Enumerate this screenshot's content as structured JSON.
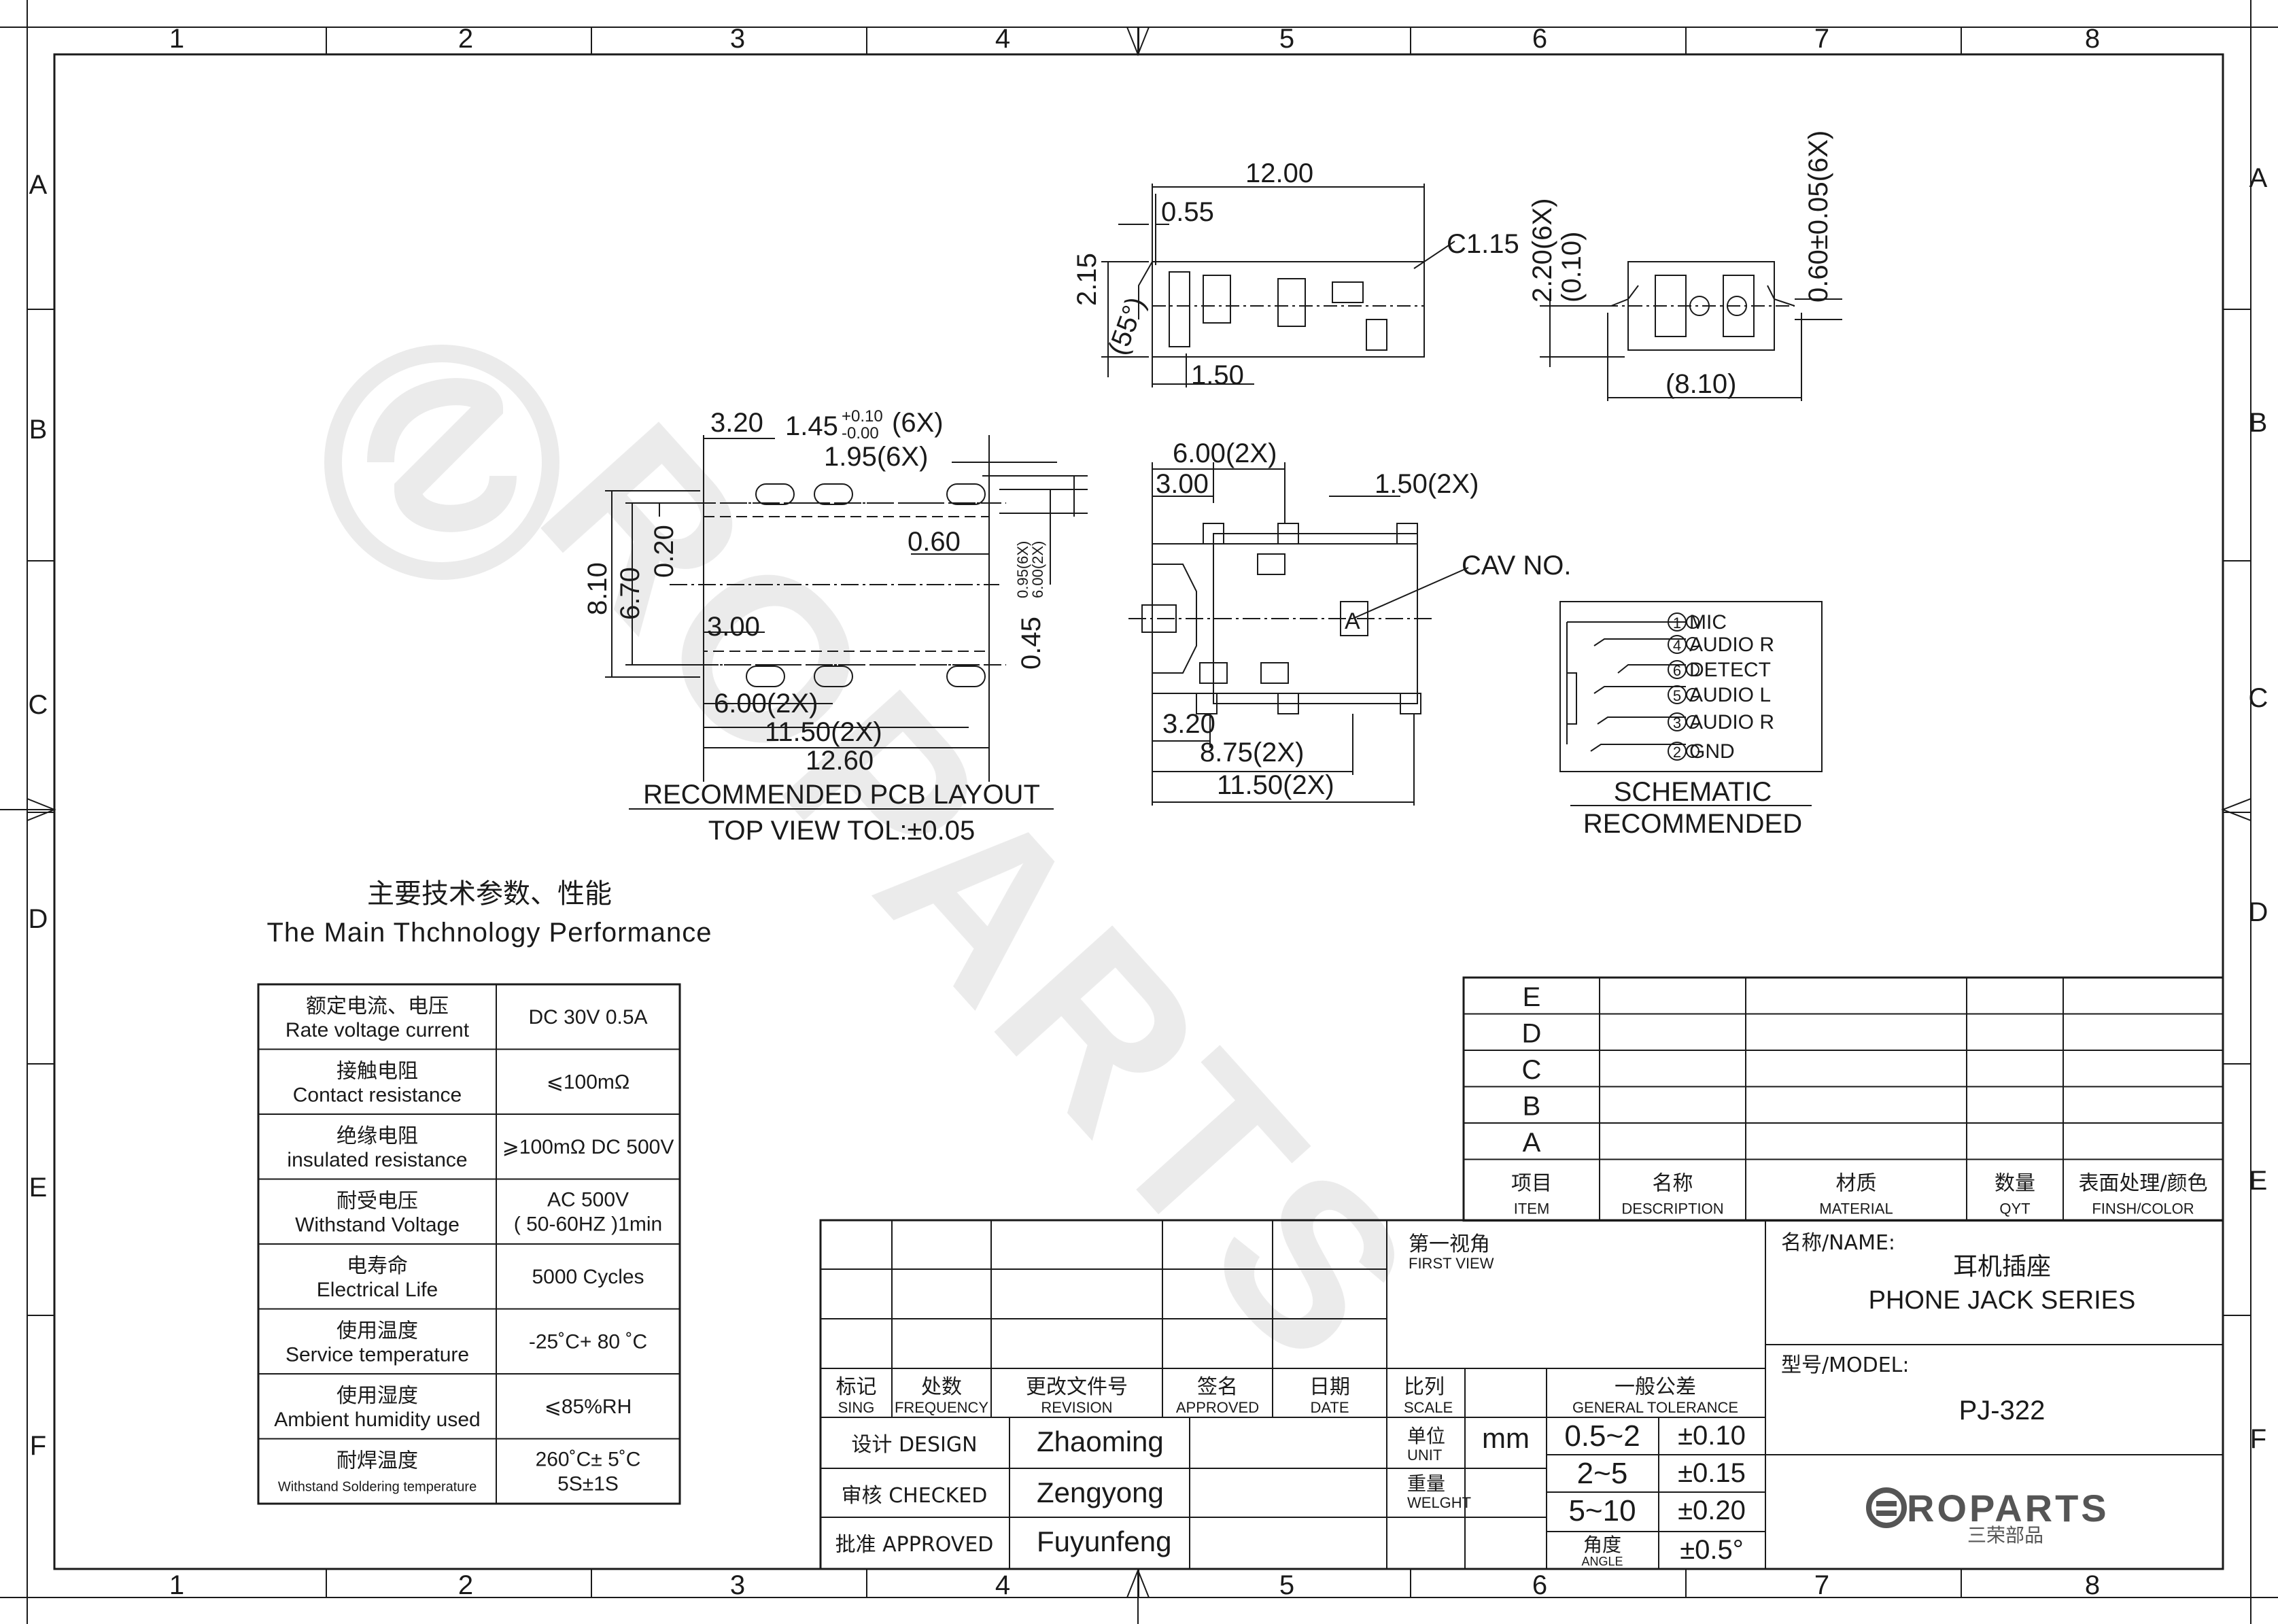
{
  "zones": {
    "columns": [
      "1",
      "2",
      "3",
      "4",
      "5",
      "6",
      "7",
      "8"
    ],
    "rows": [
      "A",
      "B",
      "C",
      "D",
      "E",
      "F"
    ]
  },
  "side_view": {
    "dims": [
      "12.00",
      "0.55",
      "C1.15",
      "2.15",
      "(55°)",
      "1.50"
    ]
  },
  "end_view": {
    "dims": [
      "2.20(6X)",
      "(0.10)",
      "0.60±0.05(6X)",
      "(8.10)"
    ]
  },
  "pcb_layout": {
    "dims": [
      "3.20",
      "1.45",
      "+0.10",
      "-0.00",
      "(6X)",
      "1.95(6X)",
      "0.60",
      "8.10",
      "6.70",
      "0.20",
      "3.00",
      "0.45",
      "0.95(6X)",
      "6.00(2X)",
      "11.50(2X)",
      "12.60"
    ],
    "caption": [
      "RECOMMENDED PCB LAYOUT",
      "TOP VIEW TOL:±0.05"
    ]
  },
  "top_view": {
    "dims": [
      "6.00(2X)",
      "3.00",
      "1.50(2X)",
      "CAV NO.",
      "A",
      "3.20",
      "8.75(2X)",
      "11.50(2X)"
    ]
  },
  "schematic": {
    "pins": [
      {
        "num": "1",
        "label": "MIC"
      },
      {
        "num": "4",
        "label": "AUDIO R"
      },
      {
        "num": "6",
        "label": "DETECT"
      },
      {
        "num": "5",
        "label": "AUDIO L"
      },
      {
        "num": "3",
        "label": "AUDIO R"
      },
      {
        "num": "2",
        "label": "GND"
      }
    ],
    "caption": [
      "SCHEMATIC",
      "RECOMMENDED"
    ]
  },
  "specs": {
    "title_cn": "主要技术参数、性能",
    "title_en": "The Main Thchnology Performance",
    "rows": [
      {
        "cn": "额定电流、电压",
        "en": "Rate voltage current",
        "value": "DC 30V  0.5A"
      },
      {
        "cn": "接触电阻",
        "en": "Contact resistance",
        "value": "⩽100mΩ"
      },
      {
        "cn": "绝缘电阻",
        "en": "insulated resistance",
        "value": "⩾100mΩ DC 500V"
      },
      {
        "cn": "耐受电压",
        "en": "Withstand Voltage",
        "value": "AC 500V\n( 50-60HZ )1min"
      },
      {
        "cn": "电寿命",
        "en": "Electrical Life",
        "value": "5000 Cycles"
      },
      {
        "cn": "使用温度",
        "en": "Service temperature",
        "value": "-25˚C+ 80 ˚C"
      },
      {
        "cn": "使用湿度",
        "en": "Ambient humidity used",
        "value": "⩽85%RH"
      },
      {
        "cn": "耐焊温度",
        "en": "Withstand Soldering temperature",
        "value": "260˚C± 5˚C\n5S±1S"
      }
    ]
  },
  "bom": {
    "revs": [
      "E",
      "D",
      "C",
      "B",
      "A"
    ],
    "headers": [
      {
        "cn": "项目",
        "en": "ITEM"
      },
      {
        "cn": "名称",
        "en": "DESCRIPTION"
      },
      {
        "cn": "材质",
        "en": "MATERIAL"
      },
      {
        "cn": "数量",
        "en": "QYT"
      },
      {
        "cn": "表面处理/颜色",
        "en": "FINSH/COLOR"
      }
    ]
  },
  "title_block": {
    "rev_headers": [
      {
        "cn": "标记",
        "en": "SING"
      },
      {
        "cn": "处数",
        "en": "FREQUENCY"
      },
      {
        "cn": "更改文件号",
        "en": "REVISION"
      },
      {
        "cn": "签名",
        "en": "APPROVED"
      },
      {
        "cn": "日期",
        "en": "DATE"
      }
    ],
    "signoffs": [
      {
        "role": "设计 DESIGN",
        "name": "Zhaoming"
      },
      {
        "role": "审核 CHECKED",
        "name": "Zengyong"
      },
      {
        "role": "批准 APPROVED",
        "name": "Fuyunfeng"
      }
    ],
    "first_view_cn": "第一视角",
    "first_view_en": "FIRST VIEW",
    "scale_cn": "比列",
    "scale_en": "SCALE",
    "unit_cn": "单位",
    "unit_en": "UNIT",
    "unit_value": "mm",
    "weight_cn": "重量",
    "weight_en": "WELGHT",
    "tol_cn": "一般公差",
    "tol_en": "GENERAL TOLERANCE",
    "tolerances": [
      {
        "range": "0.5~2",
        "tol": "±0.10"
      },
      {
        "range": "2~5",
        "tol": "±0.15"
      },
      {
        "range": "5~10",
        "tol": "±0.20"
      }
    ],
    "angle_cn": "角度",
    "angle_en": "ANGLE",
    "angle_tol": "±0.5°",
    "name_label": "名称/NAME:",
    "name_cn": "耳机插座",
    "name_en": "PHONE JACK SERIES",
    "model_label": "型号/MODEL:",
    "model": "PJ-322",
    "logo_text": "ROPARTS",
    "logo_cn": "三荣部品"
  },
  "watermark": "ROPARTS"
}
